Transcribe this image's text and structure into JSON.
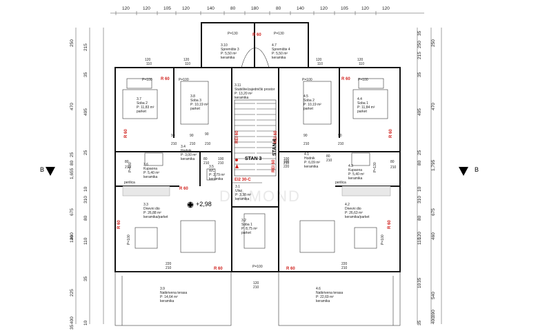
{
  "top_dims": [
    "120",
    "120",
    "105",
    "120",
    "140",
    "80",
    "180",
    "80",
    "140",
    "120",
    "105",
    "120",
    "120"
  ],
  "left_dims_outer": [
    "250",
    "470",
    "25",
    "80",
    "1,655",
    "675",
    "460",
    "120",
    "225",
    "400",
    "35"
  ],
  "left_dims_inner": [
    "215",
    "35",
    "495",
    "25",
    "10",
    "310",
    "80",
    "110",
    "35",
    "10"
  ],
  "right_dims_inner": [
    "35",
    "250",
    "215",
    "35",
    "495",
    "25",
    "80",
    "10",
    "310",
    "80",
    "120",
    "110",
    "35",
    "10",
    "35"
  ],
  "right_dims_outer": [
    "250",
    "470",
    "1,795",
    "675",
    "460",
    "540",
    "390",
    "400"
  ],
  "section_mark": "B",
  "unit_label": "STAN 3",
  "unit_label_2": "STAN 4",
  "level_mark": "+2,98",
  "fire_labels": [
    "R 60",
    "R 60",
    "R 60",
    "R 60",
    "R 60",
    "R 60",
    "R 60",
    "R 60",
    "R 60",
    "REI 60",
    "REI 60",
    "REI 60",
    "EI2 30-C"
  ],
  "rooms": {
    "r310": [
      "3.10",
      "Spremište 3",
      "P: 5,50 m²",
      "keramika"
    ],
    "r47": [
      "4.7",
      "Spremište 4",
      "P: 5,50 m²",
      "keramika"
    ],
    "r311": [
      "3.11",
      "Stubište/zajednički prostor",
      "P: 13,20 m²",
      "keramika"
    ],
    "r37": [
      "3.7",
      "Soba 2",
      "P: 11,83 m²",
      "parket"
    ],
    "r38": [
      "3.8",
      "Soba 3",
      "P: 10,19 m²",
      "parket"
    ],
    "r45": [
      "4.5",
      "Soba 2",
      "P: 10,19 m²",
      "parket"
    ],
    "r44": [
      "4.4",
      "Soba 1",
      "P: 11,84 m²",
      "parket"
    ],
    "r34": [
      "3.4",
      "Hodnik",
      "P: 3,00 m²",
      "keramika"
    ],
    "r36": [
      "3.6",
      "Kupaona",
      "P: 5,40 m²",
      "keramika"
    ],
    "r35": [
      "3.5",
      "WC",
      "P: 2,79 m²",
      "keramika"
    ],
    "r31": [
      "3.1",
      "Ulaz",
      "P: 3,38 m²",
      "keramika"
    ],
    "r41": [
      "4.1",
      "Hodnik",
      "P: 6,09 m²",
      "keramika"
    ],
    "r43": [
      "4.3",
      "Kupaona",
      "P: 5,40 m²",
      "keramika"
    ],
    "r33": [
      "3.3",
      "Dnevni dio",
      "P: 26,88 m²",
      "keramika/parket"
    ],
    "r32": [
      "3.2",
      "Soba 1",
      "P: 8,75 m²",
      "parket"
    ],
    "r42": [
      "4.2",
      "Dnevni dio",
      "P: 26,63 m²",
      "keramika/parket"
    ],
    "r39": [
      "3.9",
      "Natkrivena terasa",
      "P: 14,64 m²",
      "keramika"
    ],
    "r46": [
      "4.6",
      "Natkrivena terasa",
      "P: 22,69 m²",
      "keramika"
    ]
  },
  "openings": [
    "P=130",
    "P=130",
    "P=100",
    "P=100",
    "P=100",
    "P=100",
    "P=130",
    "P=130",
    "P=100",
    "P=100",
    "P=100"
  ],
  "door_dims": [
    "120",
    "110",
    "120",
    "110",
    "120",
    "110",
    "120",
    "110",
    "90",
    "210",
    "90",
    "210",
    "90",
    "210",
    "90",
    "210",
    "90",
    "210",
    "80",
    "210",
    "100",
    "220",
    "80",
    "210",
    "220",
    "210",
    "220",
    "210",
    "120",
    "210",
    "100",
    "210",
    "100",
    "210",
    "80",
    "210",
    "80",
    "210"
  ],
  "kitchen_tag": "perilica",
  "watermark": "DIAMOND"
}
